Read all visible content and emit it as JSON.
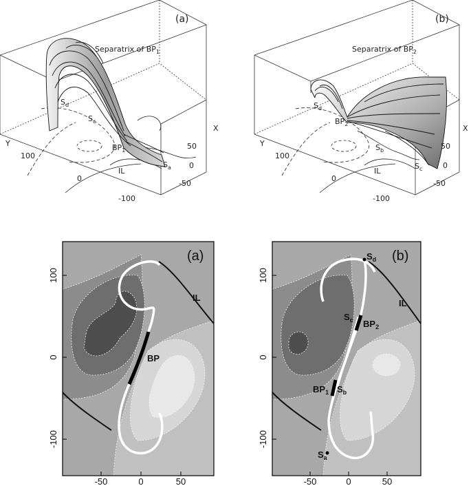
{
  "top_panels": [
    {
      "panel_label": "(a)",
      "title": "Separatrix of BP",
      "title_sub": "1",
      "labels": {
        "sd": "S",
        "sd_sub": "d",
        "sc": "S",
        "sc_sub": "c",
        "bp": "BP",
        "bp_sub": "1",
        "sa": "S",
        "sa_sub": "a",
        "il": "IL"
      },
      "axis_y": "Y",
      "axis_x": "X",
      "y_ticks": [
        "100",
        "0",
        "-100"
      ],
      "x_ticks": [
        "50",
        "0",
        "-50"
      ]
    },
    {
      "panel_label": "(b)",
      "title": "Separatrix of BP",
      "title_sub": "2",
      "labels": {
        "sd": "S",
        "sd_sub": "d",
        "bp": "BP",
        "bp_sub": "2",
        "sb": "S",
        "sb_sub": "b",
        "sc": "S",
        "sc_sub": "c",
        "il": "IL"
      },
      "axis_y": "Y",
      "axis_x": "X",
      "y_ticks": [
        "100",
        "0",
        "-100"
      ],
      "x_ticks": [
        "50",
        "0",
        "-50"
      ]
    }
  ],
  "bottom_panels": [
    {
      "panel_label": "(a)",
      "labels": {
        "il": "IL",
        "bp": "BP"
      },
      "y_ticks": [
        "100",
        "0",
        "-100"
      ],
      "x_ticks": [
        "-50",
        "0",
        "50"
      ]
    },
    {
      "panel_label": "(b)",
      "labels": {
        "il": "IL",
        "sd": "S",
        "sd_sub": "d",
        "sc": "S",
        "sc_sub": "c",
        "bp2": "BP",
        "bp2_sub": "2",
        "bp1": "BP",
        "bp1_sub": "1",
        "sb": "S",
        "sb_sub": "b",
        "sa": "S",
        "sa_sub": "a"
      },
      "y_ticks": [
        "100",
        "0",
        "-100"
      ],
      "x_ticks": [
        "-50",
        "0",
        "50"
      ]
    }
  ],
  "colors": {
    "bg_outer": "#a8a8a8",
    "level_1": "#8c8c8c",
    "level_2": "#6e6e6e",
    "level_3": "#4e4e4e",
    "pos_1": "#c0c0c0",
    "pos_2": "#d6d6d6",
    "pos_3": "#e8e8e8"
  }
}
